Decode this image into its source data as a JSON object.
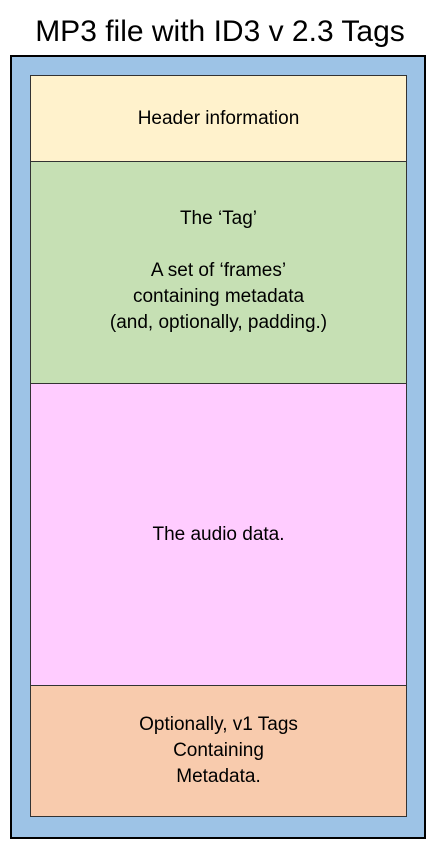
{
  "title": "MP3 file with ID3 v 2.3 Tags",
  "colors": {
    "file_background": "#9dc3e6",
    "header": "#fff2cc",
    "tag": "#c6e0b4",
    "audio": "#ffccff",
    "v1_tags": "#f8cbad"
  },
  "sections": {
    "header": {
      "text": "Header information"
    },
    "tag": {
      "heading": "The ‘Tag’",
      "lines": [
        "A set of ‘frames’",
        "containing metadata",
        "(and, optionally, padding.)"
      ]
    },
    "audio": {
      "text": "The audio data."
    },
    "v1_tags": {
      "lines": [
        "Optionally, v1 Tags",
        "Containing",
        "Metadata."
      ]
    }
  }
}
